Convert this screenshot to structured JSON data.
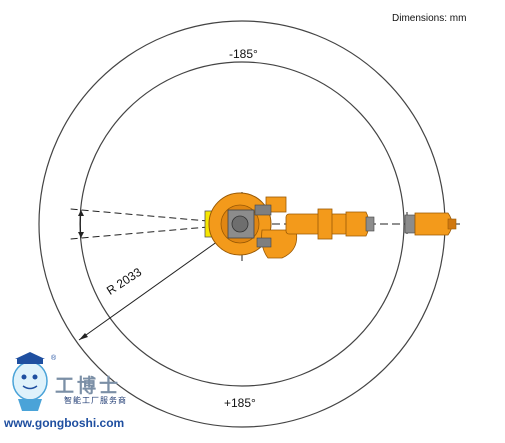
{
  "diagram": {
    "dimension_note": "Dimensions: mm",
    "angle_top": "-185°",
    "angle_bottom": "+185°",
    "radius_label": "R 2033",
    "colors": {
      "robot": "#f39a1b",
      "robot_dark": "#c76d0a",
      "joint_gray": "#8c8c8c",
      "circle": "#444444",
      "accent_yellow": "#f6e600"
    }
  },
  "watermark": {
    "name_cn": "工博士",
    "tagline_cn": "智能工厂服务商",
    "url": "www.gongboshi.com",
    "registered": "®"
  }
}
